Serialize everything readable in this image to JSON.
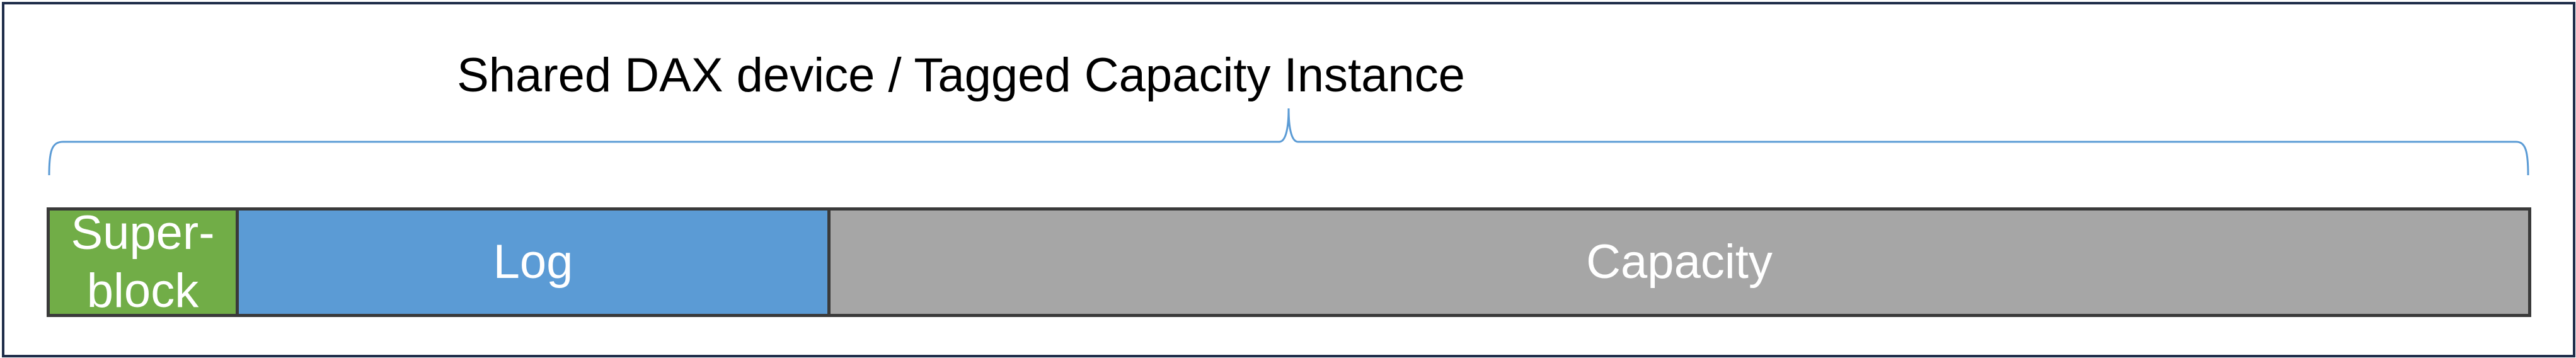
{
  "diagram": {
    "title": "Shared DAX device / Tagged Capacity Instance",
    "segments": [
      {
        "id": "superblock",
        "label": "Super-\nblock",
        "color": "#71ad47"
      },
      {
        "id": "log",
        "label": "Log",
        "color": "#5b9bd5"
      },
      {
        "id": "capacity",
        "label": "Capacity",
        "color": "#a6a6a6"
      }
    ],
    "colors": {
      "frame_border": "#1f2d4a",
      "brace": "#5b9bd5",
      "segment_border": "#3a3a3a",
      "segment_text": "#ffffff",
      "title_text": "#000000"
    }
  }
}
